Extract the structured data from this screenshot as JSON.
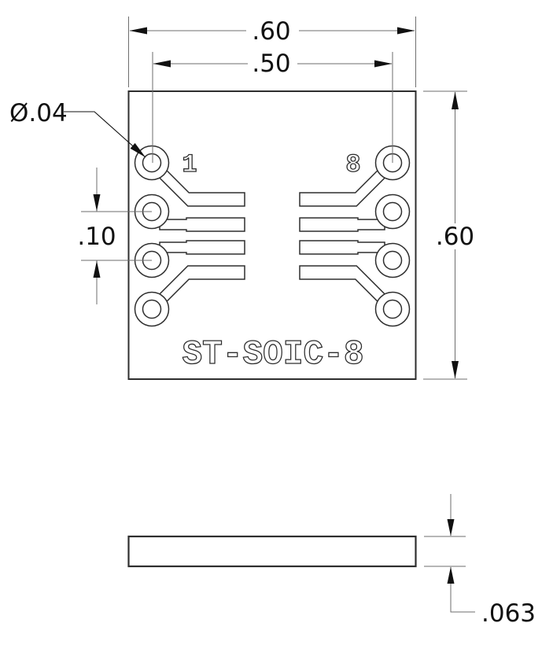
{
  "drawing": {
    "silkscreen": "ST-SOIC-8",
    "pin_labels": {
      "pin1": "1",
      "pin8": "8"
    },
    "dimensions": {
      "board_width": ".60",
      "pad_span": ".50",
      "hole_diameter": "Ø.04",
      "pad_pitch": ".10",
      "board_height": ".60",
      "board_thickness": ".063"
    },
    "colors": {
      "background": "#ffffff",
      "drawing_stroke": "#2e2e2e",
      "dimension_stroke": "#6e6e6e",
      "arrow_fill": "#111111",
      "text_color": "#111111"
    }
  }
}
